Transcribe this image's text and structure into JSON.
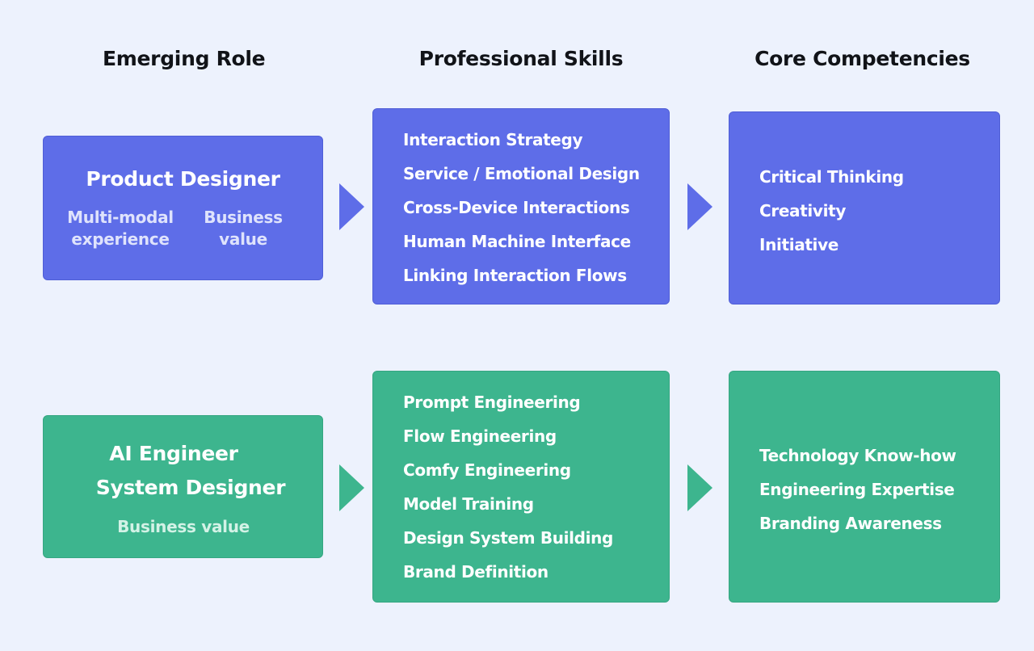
{
  "headers": {
    "emerging_role": "Emerging Role",
    "professional_skills": "Professional Skills",
    "core_competencies": "Core Competencies"
  },
  "rows": [
    {
      "color": "#5e6de8",
      "role": {
        "title_lines": [
          "Product Designer"
        ],
        "subs": [
          "Multi-modal experience",
          "Business value"
        ]
      },
      "skills": [
        "Interaction Strategy",
        "Service / Emotional Design",
        "Cross-Device Interactions",
        "Human Machine Interface",
        "Linking Interaction Flows"
      ],
      "competencies": [
        "Critical Thinking",
        "Creativity",
        "Initiative"
      ]
    },
    {
      "color": "#3db58e",
      "role": {
        "title_lines": [
          "AI Engineer",
          "System Designer"
        ],
        "subs": [
          "Business value"
        ]
      },
      "skills": [
        "Prompt Engineering",
        "Flow Engineering",
        "Comfy Engineering",
        "Model Training",
        "Design System Building",
        "Brand Definition"
      ],
      "competencies": [
        "Technology Know-how",
        "Engineering Expertise",
        "Branding Awareness"
      ]
    }
  ]
}
